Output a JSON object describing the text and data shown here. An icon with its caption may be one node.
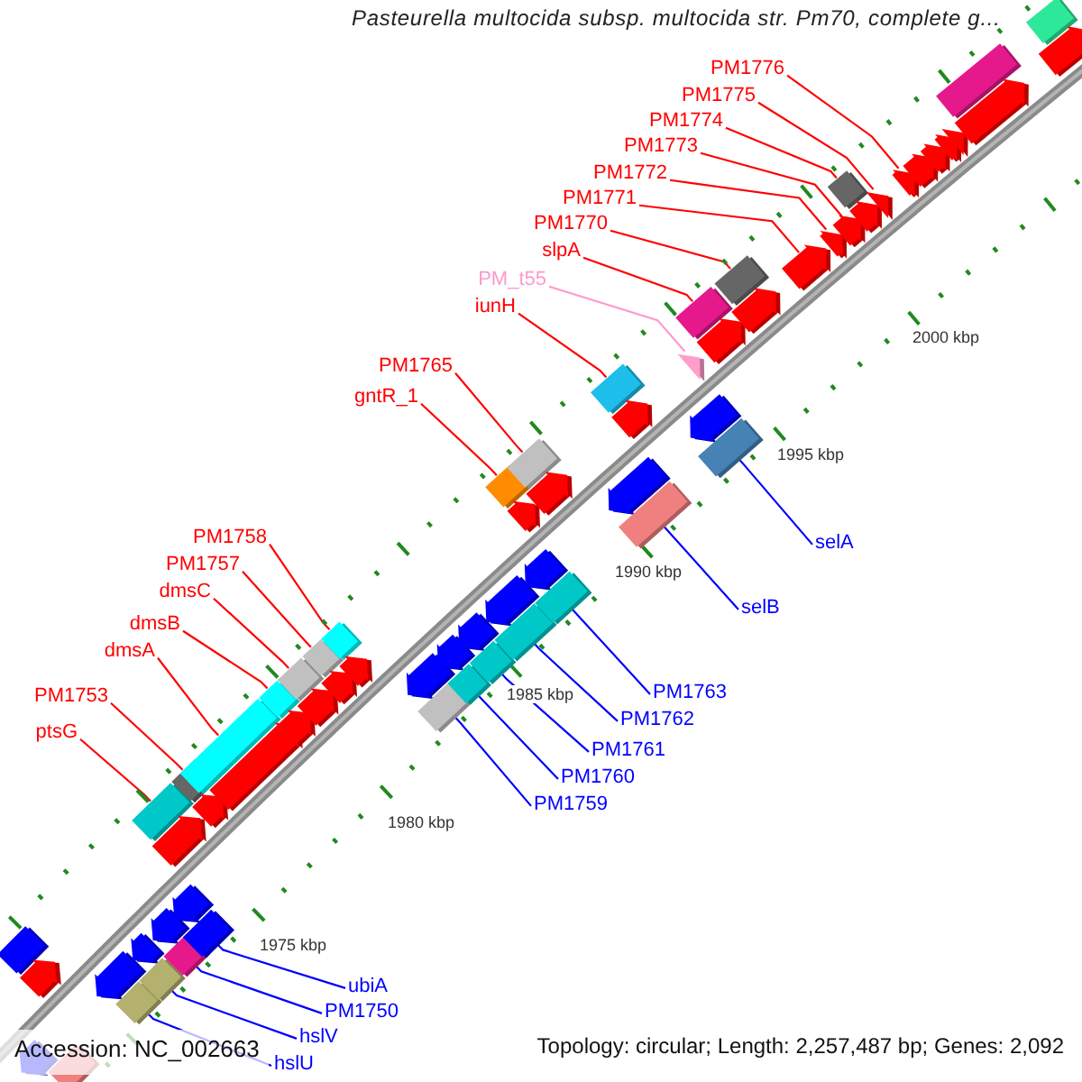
{
  "diagram": {
    "title": "Pasteurella multocida subsp. multocida str. Pm70, complete g...",
    "nodes": [
      {
        "text": [
          "PM1776"
        ]
      },
      {
        "text": [
          "PM1775"
        ]
      },
      {
        "text": [
          "PM1774"
        ]
      },
      {
        "text": [
          "PM1773"
        ]
      },
      {
        "text": [
          "PM1772"
        ]
      },
      {
        "text": [
          "PM1771"
        ]
      },
      {
        "text": [
          "PM1770"
        ]
      },
      {
        "text": [
          "slpA"
        ]
      },
      {
        "text": [
          "PM_t55"
        ]
      },
      {
        "text": [
          "iunH"
        ]
      },
      {
        "text": [
          "PM1765"
        ]
      },
      {
        "text": [
          "gntR_1"
        ]
      },
      {
        "text": [
          "PM1758"
        ]
      },
      {
        "text": [
          "PM1757"
        ]
      },
      {
        "text": [
          "dmsC"
        ]
      },
      {
        "text": [
          "dmsB"
        ]
      },
      {
        "text": [
          "dmsA"
        ]
      },
      {
        "text": [
          "PM1753"
        ]
      },
      {
        "text": [
          "ptsG"
        ]
      },
      {
        "text": [
          "selA"
        ]
      },
      {
        "text": [
          "selB"
        ]
      },
      {
        "text": [
          "PM1763"
        ]
      },
      {
        "text": [
          "PM1762"
        ]
      },
      {
        "text": [
          "PM1761"
        ]
      },
      {
        "text": [
          "PM1760"
        ]
      },
      {
        "text": [
          "PM1759"
        ]
      },
      {
        "text": [
          "ubiA"
        ]
      },
      {
        "text": [
          "PM1750"
        ]
      },
      {
        "text": [
          "hslV"
        ]
      },
      {
        "text": [
          "hslU"
        ]
      },
      {
        "text": [],
        "shape": "box"
      },
      {
        "text": [],
        "shape": "pentagon"
      },
      {
        "text": [],
        "shape": "pentagon"
      },
      {
        "text": [],
        "shape": "box"
      },
      {
        "text": [],
        "shape": "pentagon"
      },
      {
        "text": [],
        "shape": "box"
      },
      {
        "text": [],
        "shape": "pentagon"
      },
      {
        "text": [],
        "shape": "box"
      },
      {
        "text": [],
        "shape": "box"
      },
      {
        "text": [],
        "shape": "pentagon"
      },
      {
        "text": [],
        "shape": "box"
      },
      {
        "text": [],
        "shape": "pentagon"
      },
      {
        "text": [],
        "shape": "pentagon"
      },
      {
        "text": [],
        "shape": "box"
      },
      {
        "text": [],
        "shape": "box"
      },
      {
        "text": [],
        "shape": "pentagon"
      },
      {
        "text": [],
        "shape": "box"
      },
      {
        "text": [],
        "shape": "pentagon"
      },
      {
        "text": [],
        "shape": "box"
      },
      {
        "text": [],
        "shape": "box"
      },
      {
        "text": [],
        "shape": "pentagon"
      },
      {
        "text": [],
        "shape": "box"
      },
      {
        "text": [],
        "shape": "pentagon"
      },
      {
        "text": [],
        "shape": "box"
      },
      {
        "text": [],
        "shape": "pentagon"
      },
      {
        "text": [],
        "shape": "pentagon"
      },
      {
        "text": [],
        "shape": "pentagon"
      },
      {
        "text": [],
        "shape": "box"
      },
      {
        "text": [],
        "shape": "pentagon"
      },
      {
        "text": [],
        "shape": "box"
      },
      {
        "text": [],
        "shape": "pentagon"
      },
      {
        "text": [],
        "shape": "box"
      },
      {
        "text": [],
        "shape": "pentagon"
      },
      {
        "text": [],
        "shape": "box"
      },
      {
        "text": [],
        "shape": "box"
      },
      {
        "text": [],
        "shape": "pentagon"
      },
      {
        "text": [],
        "shape": "box"
      },
      {
        "text": [],
        "shape": "pentagon"
      },
      {
        "text": [],
        "shape": "pentagon"
      },
      {
        "text": [],
        "shape": "box"
      },
      {
        "text": [],
        "shape": "box"
      },
      {
        "text": [],
        "shape": "pentagon"
      },
      {
        "text": [],
        "shape": "pentagon"
      },
      {
        "text": [],
        "shape": "box"
      },
      {
        "text": [],
        "shape": "pentagon"
      },
      {
        "text": [],
        "shape": "box"
      },
      {
        "text": [],
        "shape": "pentagon"
      },
      {
        "text": [],
        "shape": "pentagon"
      },
      {
        "text": [],
        "shape": "box"
      },
      {
        "text": [],
        "shape": "box"
      },
      {
        "text": [],
        "shape": "pentagon"
      },
      {
        "text": [],
        "shape": "pentagon"
      },
      {
        "text": [],
        "shape": "pentagon"
      },
      {
        "text": [],
        "shape": "box"
      },
      {
        "text": [],
        "shape": "pentagon"
      },
      {
        "text": [],
        "shape": "pentagon"
      },
      {
        "text": [],
        "shape": "pentagon"
      },
      {
        "text": [],
        "shape": "pentagon"
      },
      {
        "text": [],
        "shape": "pentagon"
      },
      {
        "text": [],
        "shape": "pentagon"
      },
      {
        "text": [],
        "shape": "pentagon"
      },
      {
        "text": [],
        "shape": "pentagon"
      },
      {
        "text": [],
        "shape": "box"
      },
      {
        "text": [],
        "shape": "pentagon"
      },
      {
        "text": [],
        "shape": "box"
      },
      {
        "text": [],
        "shape": "pentagon"
      }
    ],
    "edges": [
      {
        "from": 0,
        "to": 87,
        "arrow": "none"
      },
      {
        "from": 1,
        "to": 86,
        "arrow": "none"
      },
      {
        "from": 2,
        "to": 83,
        "arrow": "none"
      },
      {
        "from": 3,
        "to": 84,
        "arrow": "none"
      },
      {
        "from": 4,
        "to": 82,
        "arrow": "none"
      },
      {
        "from": 5,
        "to": 81,
        "arrow": "none"
      },
      {
        "from": 6,
        "to": 79,
        "arrow": "none"
      },
      {
        "from": 7,
        "to": 75,
        "arrow": "none"
      },
      {
        "from": 8,
        "to": 74,
        "arrow": "none",
        "color": "#ff99cc"
      },
      {
        "from": 9,
        "to": 70,
        "arrow": "none"
      },
      {
        "from": 10,
        "to": 66,
        "arrow": "none"
      },
      {
        "from": 11,
        "to": 63,
        "arrow": "none"
      },
      {
        "from": 12,
        "to": 53,
        "arrow": "none"
      },
      {
        "from": 13,
        "to": 51,
        "arrow": "none"
      },
      {
        "from": 14,
        "to": 49,
        "arrow": "none"
      },
      {
        "from": 15,
        "to": 48,
        "arrow": "none"
      },
      {
        "from": 16,
        "to": 46,
        "arrow": "none"
      },
      {
        "from": 17,
        "to": 43,
        "arrow": "none"
      },
      {
        "from": 18,
        "to": 38,
        "arrow": "none"
      },
      {
        "from": 19,
        "to": 78,
        "arrow": "none",
        "color": "#0000ff"
      },
      {
        "from": 20,
        "to": 73,
        "arrow": "none",
        "color": "#0000ff"
      },
      {
        "from": 21,
        "to": 69,
        "arrow": "none",
        "color": "#0000ff"
      },
      {
        "from": 22,
        "to": 64,
        "arrow": "none",
        "color": "#0000ff"
      },
      {
        "from": 23,
        "to": 61,
        "arrow": "none",
        "color": "#0000ff"
      },
      {
        "from": 24,
        "to": 59,
        "arrow": "none",
        "color": "#0000ff"
      },
      {
        "from": 25,
        "to": 57,
        "arrow": "none",
        "color": "#0000ff"
      },
      {
        "from": 26,
        "to": 44,
        "arrow": "none",
        "color": "#0000ff"
      },
      {
        "from": 27,
        "to": 40,
        "arrow": "none",
        "color": "#0000ff"
      },
      {
        "from": 28,
        "to": 37,
        "arrow": "none",
        "color": "#0000ff"
      },
      {
        "from": 29,
        "to": 35,
        "arrow": "none",
        "color": "#0000ff"
      }
    ],
    "labels": [
      "2000 kbp",
      "1995 kbp",
      "1990 kbp",
      "1985 kbp",
      "1980 kbp",
      "1975 kbp",
      "Accession: NC_002663",
      "Topology: circular; Length: 2,257,487 bp; Genes: 2,092"
    ]
  }
}
